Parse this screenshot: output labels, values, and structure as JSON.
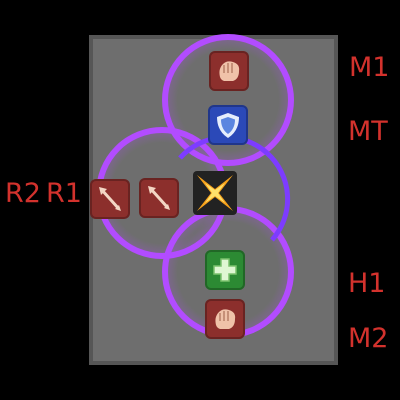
{
  "colors": {
    "background": "#000000",
    "arena": "#6e6e6e",
    "arena_border": "#565656",
    "aoe_ring": "#b24cff",
    "label_text": "#d3322d",
    "dps_marker": "#8c2f2c",
    "tank_marker": "#2b49b8",
    "healer_marker": "#2c8a33"
  },
  "boss": {
    "icon": "boss-target-icon"
  },
  "positions": [
    {
      "label": "M1",
      "role": "melee",
      "icon": "fist-icon"
    },
    {
      "label": "MT",
      "role": "tank",
      "icon": "shield-icon"
    },
    {
      "label": "R1",
      "role": "ranged",
      "icon": "arrow-icon"
    },
    {
      "label": "R2",
      "role": "ranged",
      "icon": "arrow-icon"
    },
    {
      "label": "H1",
      "role": "healer",
      "icon": "cross-icon"
    },
    {
      "label": "M2",
      "role": "melee",
      "icon": "fist-icon"
    }
  ]
}
